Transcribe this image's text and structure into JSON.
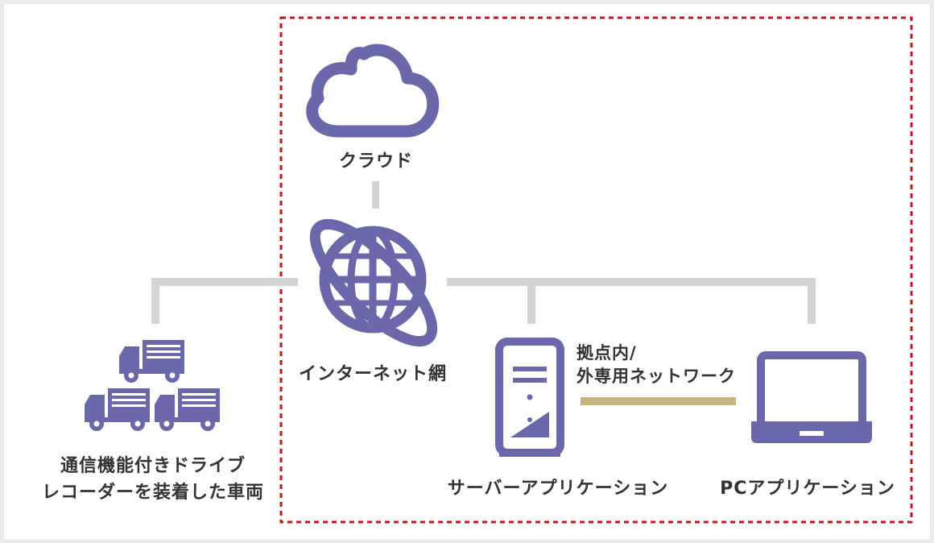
{
  "colors": {
    "icon": "#6a68ab",
    "connector": "#d4d4d4",
    "private_line": "#c5b482",
    "boundary": "#c8161d",
    "text": "#333333"
  },
  "nodes": {
    "cloud": {
      "label": "クラウド",
      "icon": "cloud-icon"
    },
    "internet": {
      "label": "インターネット網",
      "icon": "globe-icon"
    },
    "vehicles": {
      "line1": "通信機能付きドライブ",
      "line2": "レコーダーを装着した車両",
      "icon": "truck-icon"
    },
    "server": {
      "label": "サーバーアプリケーション",
      "icon": "server-tower-icon"
    },
    "pc": {
      "label": "PCアプリケーション",
      "icon": "laptop-icon"
    }
  },
  "links": {
    "private_network": {
      "line1": "拠点内/",
      "line2": "外専用ネットワーク"
    }
  }
}
